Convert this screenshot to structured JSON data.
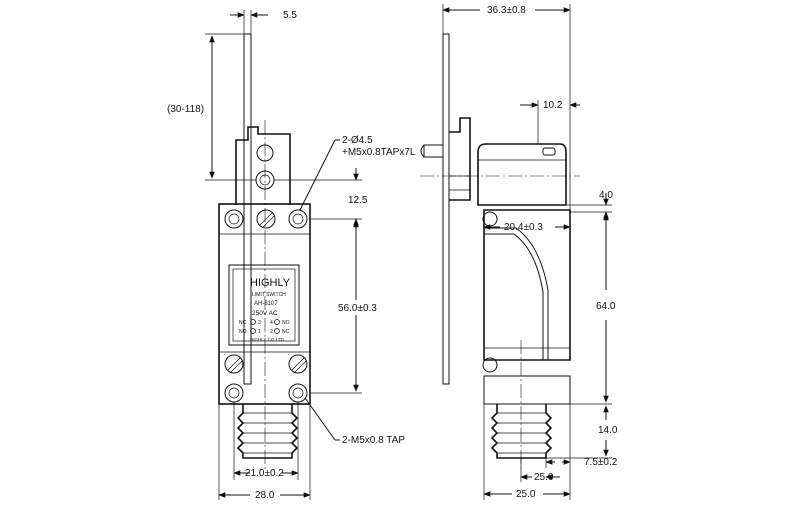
{
  "front_view": {
    "dim_lever_width": "5.5",
    "dim_lever_range": "(30-118)",
    "callout_holes": "2-Ø4.5",
    "callout_tap7": "+M5x0.8TAPx7L",
    "dim_top_offset": "12.5",
    "dim_hole_pitch_v": "56.0±0.3",
    "callout_tap": "2-M5x0.8 TAP",
    "dim_hole_pitch_h": "21.0±0.2",
    "dim_body_width": "28.0",
    "nameplate": {
      "brand": "HIGHLY",
      "type": "LIMIT SWITCH",
      "model": "AH-8107",
      "rating": "250V AC",
      "row1_left": "NC",
      "row1_a": "3",
      "row1_b": "4",
      "row1_right": "NO",
      "row2_left": "NO",
      "row2_a": "1",
      "row2_b": "2",
      "row2_right": "NC",
      "maker": "HIGHLY CO LTD"
    }
  },
  "side_view": {
    "dim_overall_depth": "36.3±0.8",
    "dim_head_offset": "10.2",
    "dim_step": "4.0",
    "dim_head_to_body": "20.4±0.3",
    "dim_body_height": "64.0",
    "dim_boot_height": "14.0",
    "dim_boot_offset": "7.5±0.2",
    "dim_boot_width": "25.0",
    "dim_base_width": "25.0"
  }
}
